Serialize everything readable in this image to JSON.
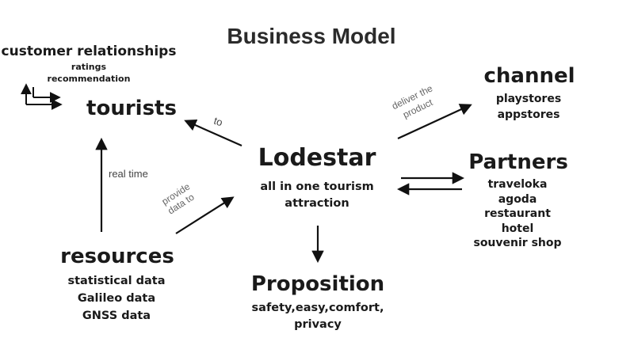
{
  "title": "Business Model",
  "center": {
    "name": "Lodestar",
    "tagline_line1": "all in one tourism",
    "tagline_line2": "attraction"
  },
  "customer_relationships": {
    "heading": "customer relationships",
    "items": [
      "ratings",
      "recommendation"
    ]
  },
  "tourists": {
    "heading": "tourists"
  },
  "channel": {
    "heading": "channel",
    "items": [
      "playstores",
      "appstores"
    ]
  },
  "partners": {
    "heading": "Partners",
    "items": [
      "traveloka",
      "agoda",
      "restaurant",
      "hotel",
      "souvenir shop"
    ]
  },
  "resources": {
    "heading": "resources",
    "items": [
      "statistical data",
      "Galileo data",
      "GNSS data"
    ]
  },
  "proposition": {
    "heading": "Proposition",
    "line1": "safety,easy,comfort,",
    "line2": "privacy"
  },
  "arrow_labels": {
    "to": "to",
    "real_time": "real time",
    "provide_line1": "provide",
    "provide_line2": "data to",
    "deliver_line1": "deliver the",
    "deliver_line2": "product"
  }
}
